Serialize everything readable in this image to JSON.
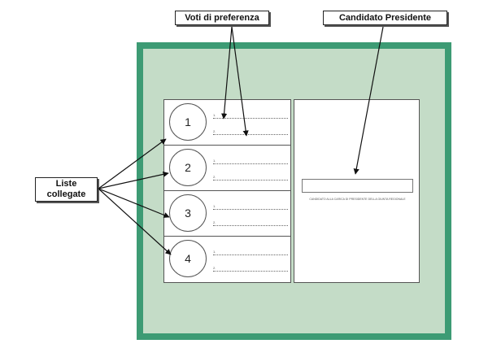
{
  "callouts": {
    "voti": "Voti di preferenza",
    "candidato": "Candidato Presidente",
    "liste_line1": "Liste",
    "liste_line2": "collegate"
  },
  "lists": [
    {
      "number": "1",
      "line1": "1.",
      "line2": "2."
    },
    {
      "number": "2",
      "line1": "1.",
      "line2": "2."
    },
    {
      "number": "3",
      "line1": "1.",
      "line2": "2."
    },
    {
      "number": "4",
      "line1": "1.",
      "line2": "2."
    }
  ],
  "candidate": {
    "caption": "CANDIDATO ALLA CARICA DI PRESIDENTE DELLA GIUNTA REGIONALE"
  },
  "colors": {
    "frame_border": "#3d9b74",
    "frame_fill": "#c4dcc7",
    "arrow": "#111111"
  }
}
